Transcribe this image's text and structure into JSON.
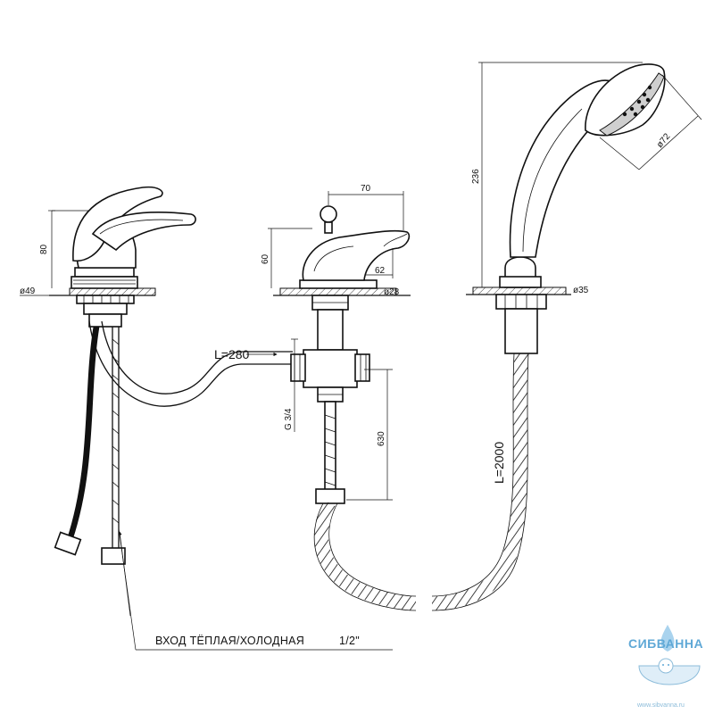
{
  "dimensions": {
    "lever_height": "80",
    "lever_base_diameter": "ø49",
    "spout_length": "70",
    "spout_height": "60",
    "spout_reach": "62",
    "spout_base_diameter": "ø28",
    "shower_height": "236",
    "shower_head_diameter": "ø72",
    "shower_base_diameter": "ø35",
    "connector_thread": "G 3/4",
    "connector_drop": "630"
  },
  "hoses": {
    "short_hose": "L=280",
    "shower_hose": "L=2000"
  },
  "inlet_note": {
    "label": "ВХОД  ТЁПЛАЯ/ХОЛОДНАЯ",
    "size": "1/2\""
  },
  "logo": {
    "name": "СИБВАННА",
    "site": "www.sibvanna.ru",
    "color": "#5fa8d6"
  }
}
